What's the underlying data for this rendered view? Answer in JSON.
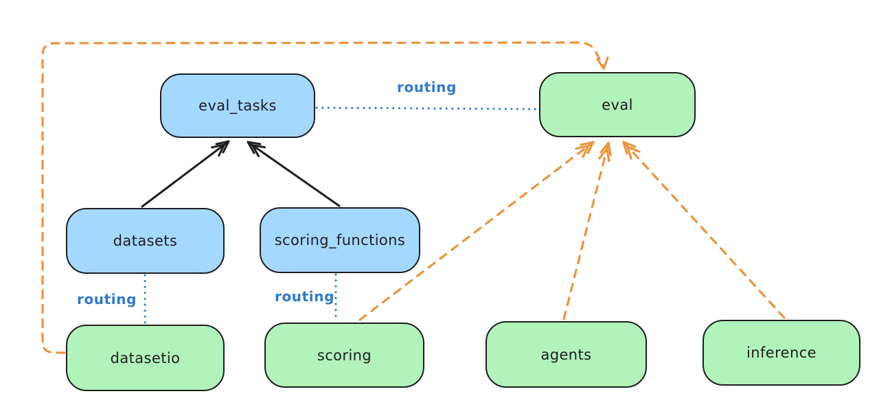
{
  "diagram": {
    "nodes": {
      "eval_tasks": {
        "label": "eval_tasks",
        "kind": "registry"
      },
      "datasets": {
        "label": "datasets",
        "kind": "registry"
      },
      "scoring_functions": {
        "label": "scoring_functions",
        "kind": "registry"
      },
      "eval": {
        "label": "eval",
        "kind": "api"
      },
      "datasetio": {
        "label": "datasetio",
        "kind": "api"
      },
      "scoring": {
        "label": "scoring",
        "kind": "api"
      },
      "agents": {
        "label": "agents",
        "kind": "api"
      },
      "inference": {
        "label": "inference",
        "kind": "api"
      }
    },
    "edge_labels": {
      "eval_tasks_to_eval": "routing",
      "datasets_to_datasetio": "routing",
      "scoring_functions_to_scoring": "routing"
    },
    "colors": {
      "registry_fill": "#a5d8ff",
      "api_fill": "#b2f2bb",
      "stroke": "#1e1e1e",
      "routing_blue": "#2f7bce",
      "dependency_orange": "#eb943c",
      "background": "#ffffff"
    }
  }
}
